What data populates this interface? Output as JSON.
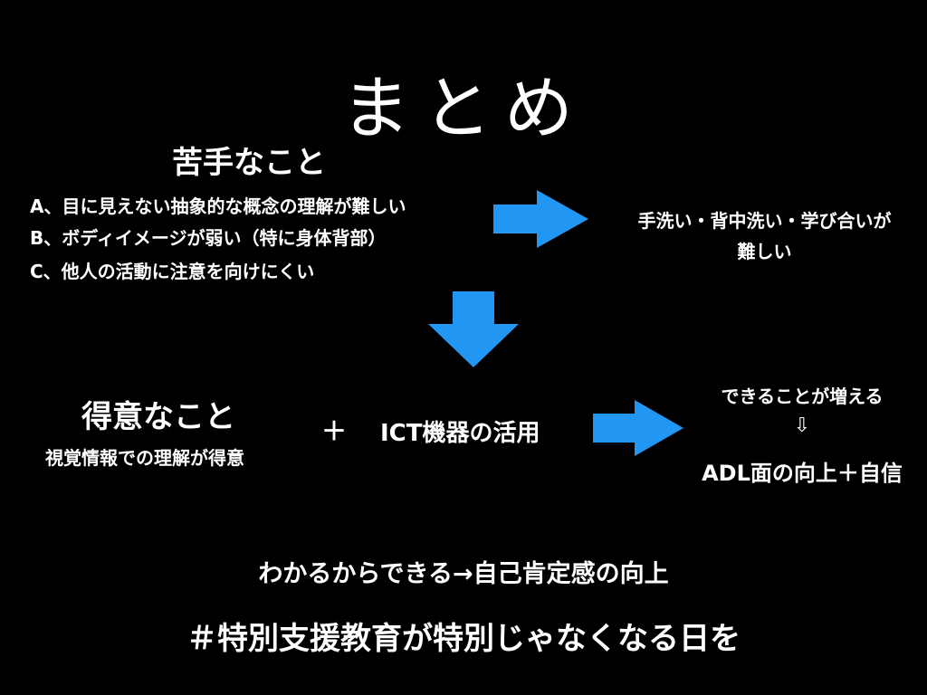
{
  "title": "まとめ",
  "weakness": {
    "heading": "苦手なこと",
    "items": [
      "A、目に見えない抽象的な概念の理解が難しい",
      "B、ボディイメージが弱い（特に身体背部）",
      "C、他人の活動に注意を向けにくい"
    ],
    "result_line1": "手洗い・背中洗い・学び合いが",
    "result_line2": "難しい"
  },
  "strength": {
    "heading": "得意なこと",
    "sub": "視覚情報での理解が得意",
    "plus": "＋",
    "ict": "ICT機器の活用",
    "result_top": "できることが増える",
    "down_arrow": "⇩",
    "result_bottom": "ADL面の向上＋自信"
  },
  "conclusion": "わかるからできる→自己肯定感の向上",
  "hashtag": "＃特別支援教育が特別じゃなくなる日を",
  "colors": {
    "background": "#000000",
    "text": "#ffffff",
    "arrow": "#2196f3"
  }
}
